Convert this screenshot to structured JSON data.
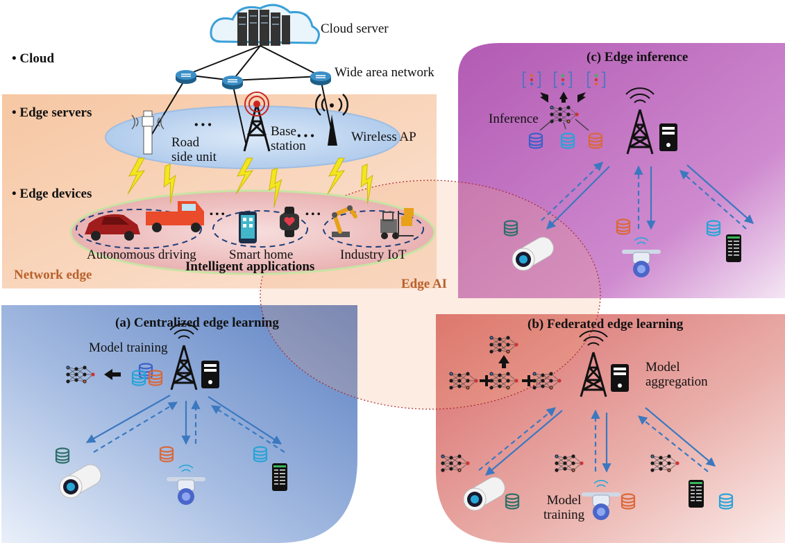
{
  "tiers": {
    "cloud": "• Cloud",
    "edge_servers": "• Edge servers",
    "edge_devices": "• Edge devices"
  },
  "top": {
    "cloud_server": "Cloud server",
    "wan": "Wide area network",
    "road_side_unit": "Road\nside unit",
    "base_station": "Base\nstation",
    "wireless_ap": "Wireless AP",
    "dots": "• • •",
    "autonomous_driving": "Autonomous driving",
    "smart_home": "Smart home",
    "industry_iot": "Industry IoT",
    "intelligent_applications": "Intelligent applications",
    "network_edge": "Network edge"
  },
  "edge_ai": "Edge AI",
  "panel_c": {
    "title": "(c) Edge inference",
    "inference": "Inference"
  },
  "panel_a": {
    "title": "(a) Centralized edge learning",
    "model_training": "Model training"
  },
  "panel_b": {
    "title": "(b) Federated edge learning",
    "model_aggregation": "Model\naggregation",
    "model_training": "Model\ntraining"
  },
  "colors": {
    "blue": "#3b78c0",
    "teal": "#2e6f6a",
    "orange": "#d9683a",
    "cyan": "#29a3d6",
    "brown": "#b8602b"
  },
  "icons": [
    "cloud-server-icon",
    "router-icon",
    "tower-icon",
    "server-box-icon",
    "database-icon",
    "neural-net-icon",
    "camera-icon",
    "drone-icon",
    "phone-icon",
    "car-icon",
    "truck-icon",
    "watch-icon",
    "robot-arm-icon",
    "forklift-icon",
    "lightning-icon"
  ]
}
